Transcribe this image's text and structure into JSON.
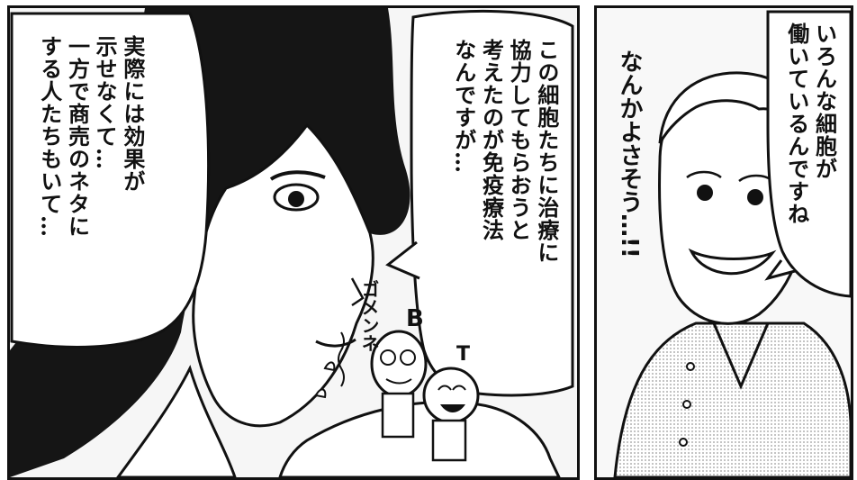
{
  "panels": {
    "left": {
      "bubble_right_lines": "この細胞たちに治療に\n協力してもらおうと\n考えたのが免疫療法\nなんですが…",
      "bubble_left_lines": "実際には効果が\n示せなくて…\n一方で商売のネタに\nする人たちもいて…",
      "sfx_apology": "ゴメンネ",
      "cell_b_label": "B",
      "cell_t_label": "T"
    },
    "right": {
      "bubble_lines": "いろんな細胞が\n働いているんですね",
      "sfx_line": "なんかよさそう…!!"
    }
  }
}
